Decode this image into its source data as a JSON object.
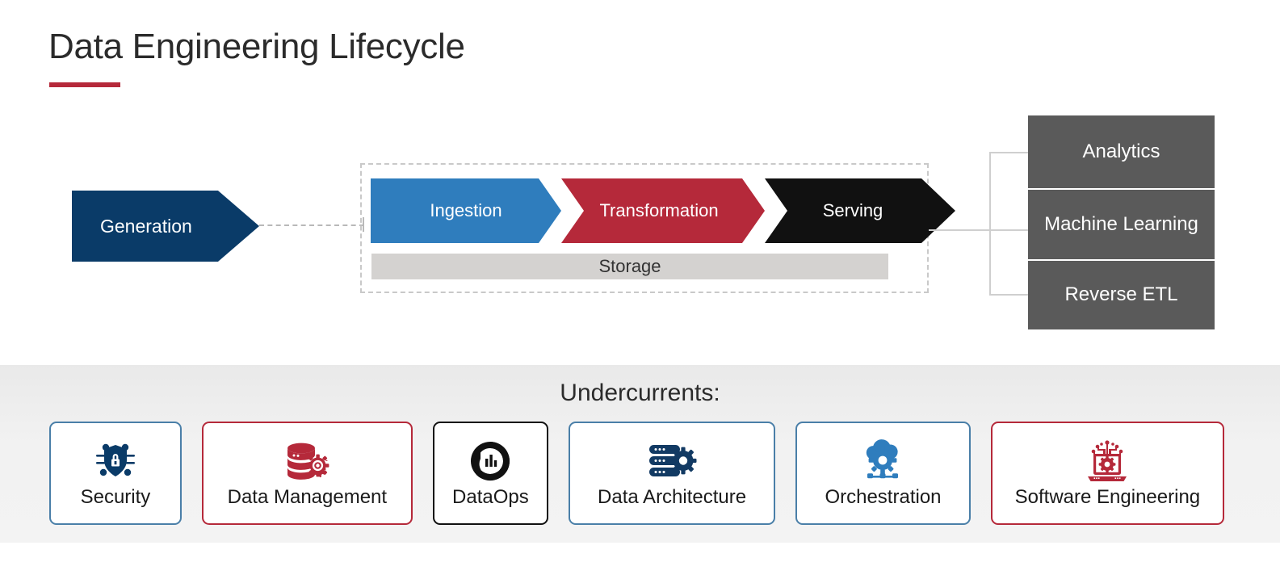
{
  "page": {
    "title": "Data Engineering Lifecycle",
    "accent_color": "#b5293a",
    "background": "#ffffff"
  },
  "lifecycle": {
    "source": {
      "label": "Generation",
      "color": "#0a3b68",
      "shape": "chevron"
    },
    "pipeline": {
      "container_style": "dashed",
      "stages": [
        {
          "label": "Ingestion",
          "color": "#2f7dbd",
          "text_color": "#ffffff"
        },
        {
          "label": "Transformation",
          "color": "#b5293a",
          "text_color": "#ffffff"
        },
        {
          "label": "Serving",
          "color": "#111111",
          "text_color": "#ffffff"
        }
      ],
      "storage": {
        "label": "Storage",
        "color": "#d4d2d0",
        "text_color": "#333333"
      }
    },
    "outputs": {
      "color": "#5a5a5a",
      "text_color": "#ffffff",
      "items": [
        {
          "label": "Analytics"
        },
        {
          "label": "Machine Learning"
        },
        {
          "label": "Reverse ETL"
        }
      ]
    }
  },
  "undercurrents": {
    "heading": "Undercurrents:",
    "band_color": "#eeeeee",
    "cards": [
      {
        "label": "Security",
        "icon": "shield-lock-circuit-icon",
        "color": "#0a3b68",
        "border": "#4a7fa8"
      },
      {
        "label": "Data Management",
        "icon": "database-gear-icon",
        "color": "#b5293a",
        "border": "#b5293a"
      },
      {
        "label": "DataOps",
        "icon": "donut-chart-bars-icon",
        "color": "#111111",
        "border": "#111111"
      },
      {
        "label": "Data Architecture",
        "icon": "server-stack-gear-icon",
        "color": "#123a63",
        "border": "#4a7fa8"
      },
      {
        "label": "Orchestration",
        "icon": "cloud-gear-network-icon",
        "color": "#2f7dbd",
        "border": "#4a7fa8"
      },
      {
        "label": "Software Engineering",
        "icon": "laptop-gear-circuit-icon",
        "color": "#b5293a",
        "border": "#b5293a"
      }
    ]
  }
}
